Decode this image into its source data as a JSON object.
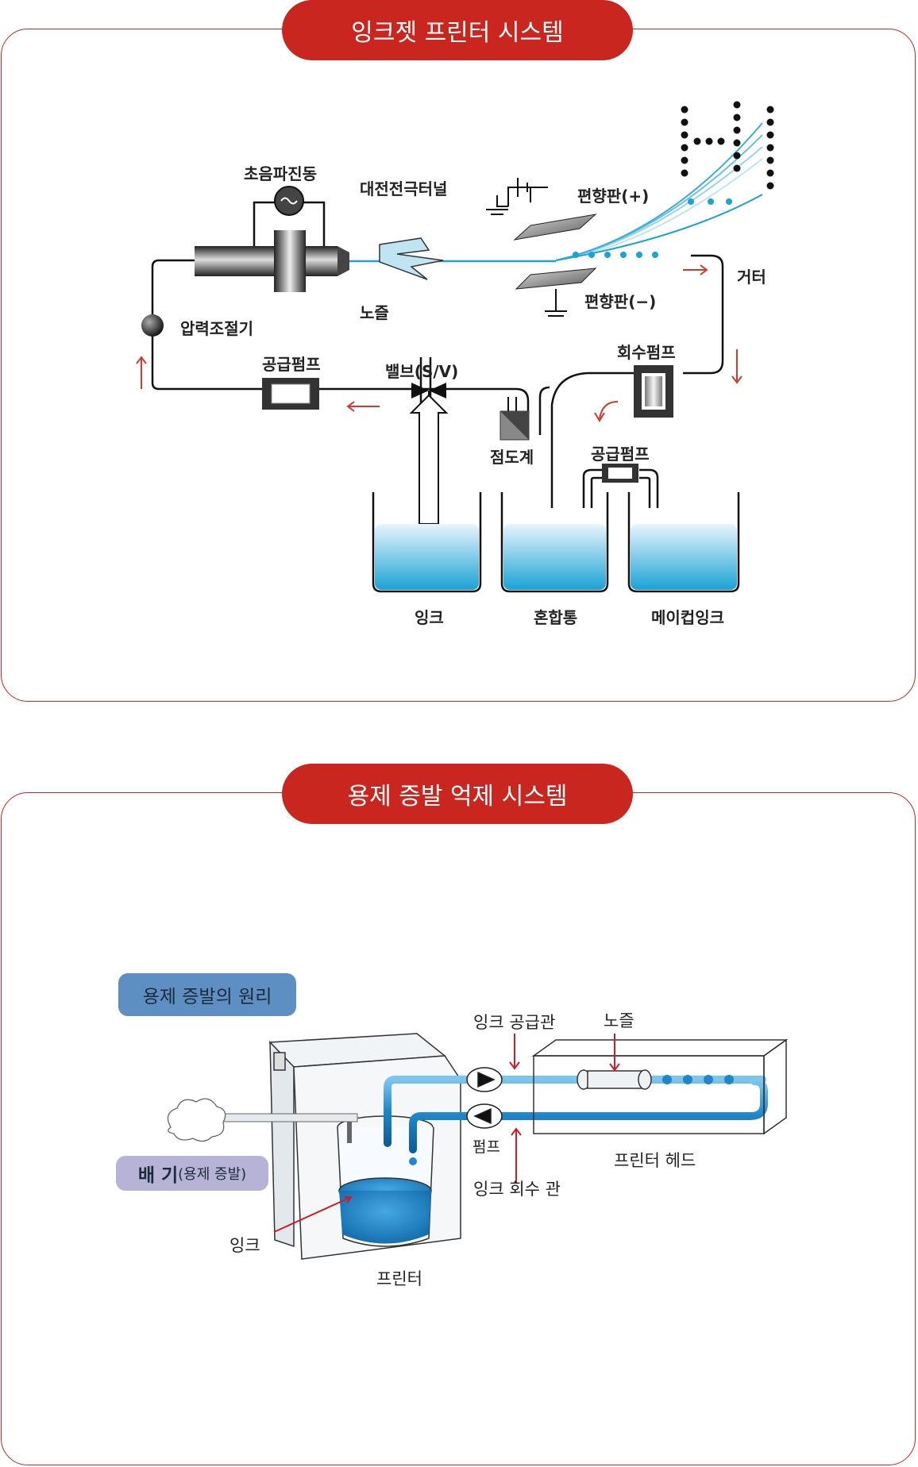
{
  "section1": {
    "title": "잉크젯 프린터 시스템",
    "labels": {
      "ultrasonic": "초음파진동",
      "charge_tunnel": "대전전극터널",
      "deflector_plus": "편향판(+)",
      "deflector_minus": "편향판(−)",
      "gutter": "거터",
      "nozzle": "노즐",
      "pressure_regulator": "압력조절기",
      "supply_pump": "공급펌프",
      "valve": "밸브(S/V)",
      "recovery_pump": "회수펌프",
      "viscometer": "점도계",
      "supply_pump_2": "공급펌프",
      "ink": "잉크",
      "mixing_tank": "혼합통",
      "makeup_ink": "메이컵잉크"
    },
    "colors": {
      "ink_blue": "#1aa3d4",
      "arrow_red": "#d23a2e"
    }
  },
  "section2": {
    "title": "용제 증발 억제 시스템",
    "labels": {
      "principle": "용제 증발의 원리",
      "exhaust": "배 기",
      "exhaust_sub": "(용제 증발)",
      "ink_supply_tube": "잉크 공급관",
      "nozzle": "노즐",
      "pump": "펌프",
      "printer_head": "프린터 헤드",
      "ink_return_tube": "잉크 회수 관",
      "ink": "잉크",
      "printer": "프린터"
    },
    "colors": {
      "principle_bg": "#5d8fc3",
      "exhaust_bg": "#b7b3d7",
      "ink_blue": "#1e86c9"
    }
  }
}
